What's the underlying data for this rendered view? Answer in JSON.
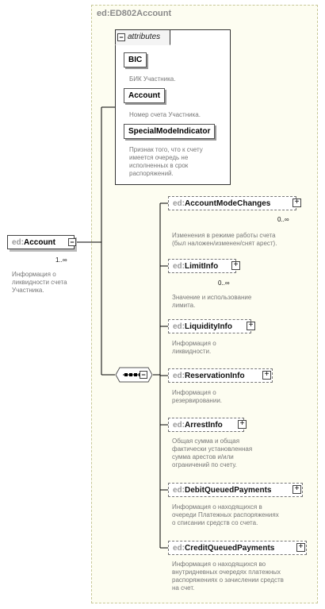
{
  "root": {
    "prefix": "ed:",
    "name": "Account",
    "cardinality": "1..∞",
    "description_lines": [
      "Информация о",
      "ликвидности счета",
      "Участника."
    ]
  },
  "complex_type": {
    "title": "ed:ED802Account"
  },
  "attributes": {
    "tab_label": "attributes",
    "items": [
      {
        "name": "BIC",
        "description_lines": [
          "БИК Участника."
        ]
      },
      {
        "name": "Account",
        "description_lines": [
          "Номер счета Участника."
        ]
      },
      {
        "name": "SpecialModeIndicator",
        "description_lines": [
          "Признак того, что к счету",
          "имеется очередь не",
          "исполненных в срок",
          "распоряжений."
        ]
      }
    ]
  },
  "elements": [
    {
      "prefix": "ed:",
      "name": "AccountModeChanges",
      "cardinality": "0..∞",
      "description_lines": [
        "Изменения в режиме работы счета",
        "(был наложен/изменен/снят арест)."
      ]
    },
    {
      "prefix": "ed:",
      "name": "LimitInfo",
      "cardinality": "0..∞",
      "description_lines": [
        "Значение и использование",
        "лимита."
      ]
    },
    {
      "prefix": "ed:",
      "name": "LiquidityInfo",
      "cardinality": "",
      "description_lines": [
        "Информация о",
        "ликвидности."
      ]
    },
    {
      "prefix": "ed:",
      "name": "ReservationInfo",
      "cardinality": "",
      "description_lines": [
        "Информация о",
        "резервировании."
      ]
    },
    {
      "prefix": "ed:",
      "name": "ArrestInfo",
      "cardinality": "",
      "description_lines": [
        "Общая сумма и общая",
        "фактически установленная",
        "сумма арестов и/или",
        "ограничений по счету."
      ]
    },
    {
      "prefix": "ed:",
      "name": "DebitQueuedPayments",
      "cardinality": "",
      "description_lines": [
        "Информация о находящихся в",
        "очереди Платежных распоряжениях",
        "о списании средств со счета."
      ]
    },
    {
      "prefix": "ed:",
      "name": "CreditQueuedPayments",
      "cardinality": "",
      "description_lines": [
        "Информация о находящихся во",
        "внутридневных очередях платежных",
        "распоряжениях о зачислении средств",
        "на счет."
      ]
    }
  ],
  "icons": {
    "collapse": "minus-icon",
    "expand": "plus-icon",
    "sequence": "sequence-compositor-icon"
  },
  "colors": {
    "type_background": "#fdfdf1",
    "type_border": "#c8c898",
    "prefix_text": "#999999",
    "description_text": "#777777"
  }
}
